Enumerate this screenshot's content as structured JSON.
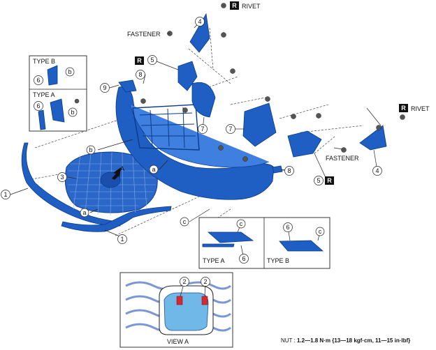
{
  "callouts": {
    "n1": "1",
    "n2": "2",
    "n3": "3",
    "n4": "4",
    "n5": "5",
    "n6": "6",
    "n7": "7",
    "n8": "8",
    "n9": "9"
  },
  "letters": {
    "a": "a",
    "b": "b",
    "c": "c"
  },
  "labels": {
    "rivet": "RIVET",
    "fastener": "FASTENER",
    "r_badge": "R",
    "type_a": "TYPE A",
    "type_b": "TYPE B",
    "view_a": "VIEW A",
    "arrow_a": "A"
  },
  "note": {
    "prefix": "NUT : ",
    "torque": "1.2—1.8 N·m {13—18 kgf·cm, 11—15 in·lbf}"
  },
  "colors": {
    "part_fill": "#1f5fc4",
    "part_stroke": "#0a3a8c",
    "clip_red": "#d8282f",
    "view_bg": "#6fb8e8"
  }
}
